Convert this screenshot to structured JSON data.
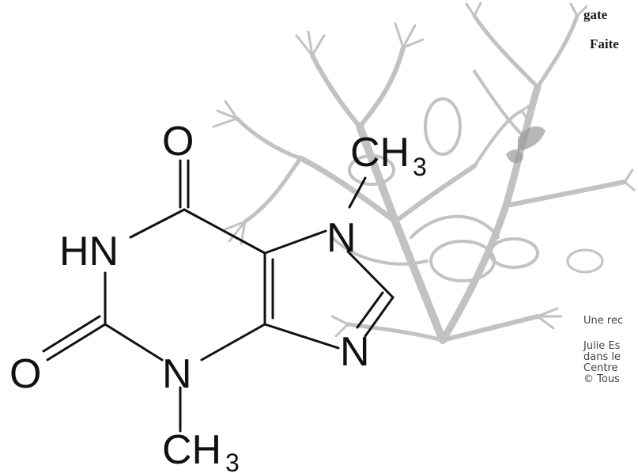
{
  "header": {
    "line1": "gate",
    "line2": "Faite"
  },
  "molecule": {
    "labels": {
      "o_top": "O",
      "ch3_top_c": "CH",
      "ch3_top_sub": "3",
      "n7": "N",
      "hn": "HN",
      "o_left": "O",
      "n3": "N",
      "n9": "N",
      "ch3_bottom_c": "CH",
      "ch3_bottom_sub": "3"
    }
  },
  "caption": {
    "title": "Une rec",
    "lines": [
      "Julie Es",
      "dans le",
      "Centre",
      "© Tous"
    ]
  }
}
